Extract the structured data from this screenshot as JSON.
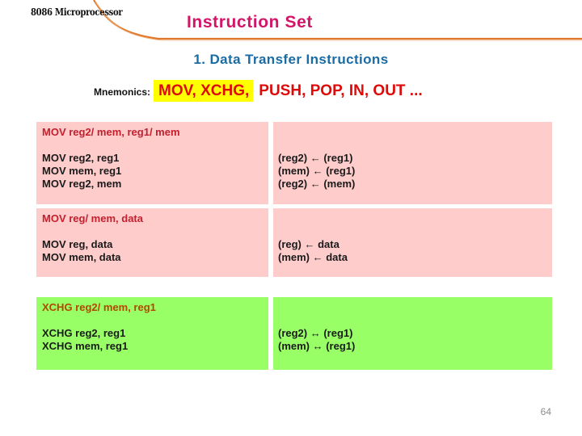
{
  "slide": {
    "course_label": "8086 Microprocessor",
    "page_title": "Instruction Set",
    "section_heading": "1. Data Transfer Instructions",
    "page_number": "64"
  },
  "mnemonics": {
    "label": "Mnemonics:",
    "highlighted": "MOV, XCHG,",
    "rest": "PUSH, POP, IN, OUT ..."
  },
  "tables": [
    {
      "header": "MOV reg2/ mem, reg1/ mem",
      "left_rows": [
        "MOV reg2, reg1",
        "MOV mem, reg1",
        "MOV reg2, mem"
      ],
      "right_rows": [
        "(reg2) ← (reg1)",
        "(mem) ← (reg1)",
        "(reg2) ← (mem)"
      ]
    },
    {
      "header": "MOV reg/ mem, data",
      "left_rows": [
        "MOV reg, data",
        "MOV mem, data"
      ],
      "right_rows": [
        "(reg) ← data",
        "(mem) ← data"
      ]
    },
    {
      "header": "XCHG reg2/ mem, reg1",
      "left_rows": [
        "XCHG reg2, reg1",
        "XCHG mem, reg1"
      ],
      "right_rows": [
        "(reg2) ↔ (reg1)",
        "(mem) ↔ (reg1)"
      ]
    }
  ],
  "colors": {
    "title_pink": "#D31568",
    "heading_blue": "#1A6CA4",
    "mnemonic_red": "#DE0A0A",
    "highlight_yellow": "#FFFF00",
    "table_pink": "#FFCCCC",
    "table_green": "#99FF66",
    "table_header_red": "#C3202E",
    "table_header_rust": "#B34700",
    "swoosh_orange": "#E0782A",
    "page_number_gray": "#8C8C8C"
  }
}
